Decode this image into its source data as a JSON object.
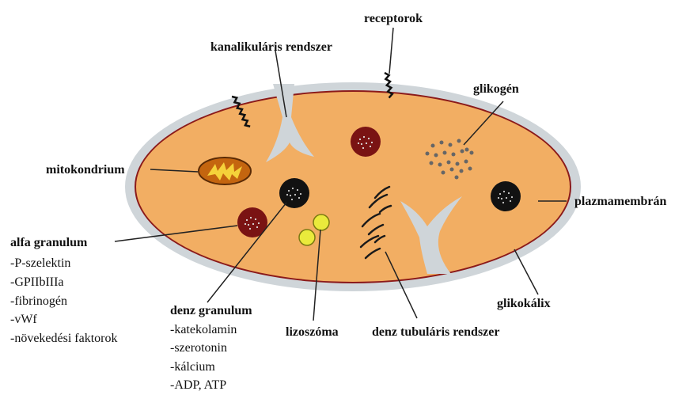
{
  "labels": {
    "receptors": "receptorok",
    "canalicular": "kanalikuláris rendszer",
    "glycogen": "glikogén",
    "mitochondrion": "mitokondrium",
    "plasma_membrane": "plazmamembrán",
    "glycocalyx": "glikokálix",
    "lysosome": "lizoszóma",
    "dense_tubular": "denz tubuláris rendszer"
  },
  "alpha_granule": {
    "title": "alfa granulum",
    "items": [
      "-P-szelektin",
      "-GPIIbIIIa",
      "-fibrinogén",
      "-vWf",
      "-növekedési faktorok"
    ]
  },
  "dense_granule": {
    "title": "denz granulum",
    "items": [
      "-katekolamin",
      "-szerotonin",
      "-kálcium",
      "-ADP, ATP"
    ]
  },
  "colors": {
    "cytoplasm": "#f2ae63",
    "glycocalyx": "#cfd5d9",
    "membrane": "#8b1a1a",
    "alpha_granule": "#7a1313",
    "dense_granule": "#121212",
    "lysosome": "#eaea3c",
    "mitochondrion": "#c4650f",
    "mito_flash": "#f5d23a"
  }
}
